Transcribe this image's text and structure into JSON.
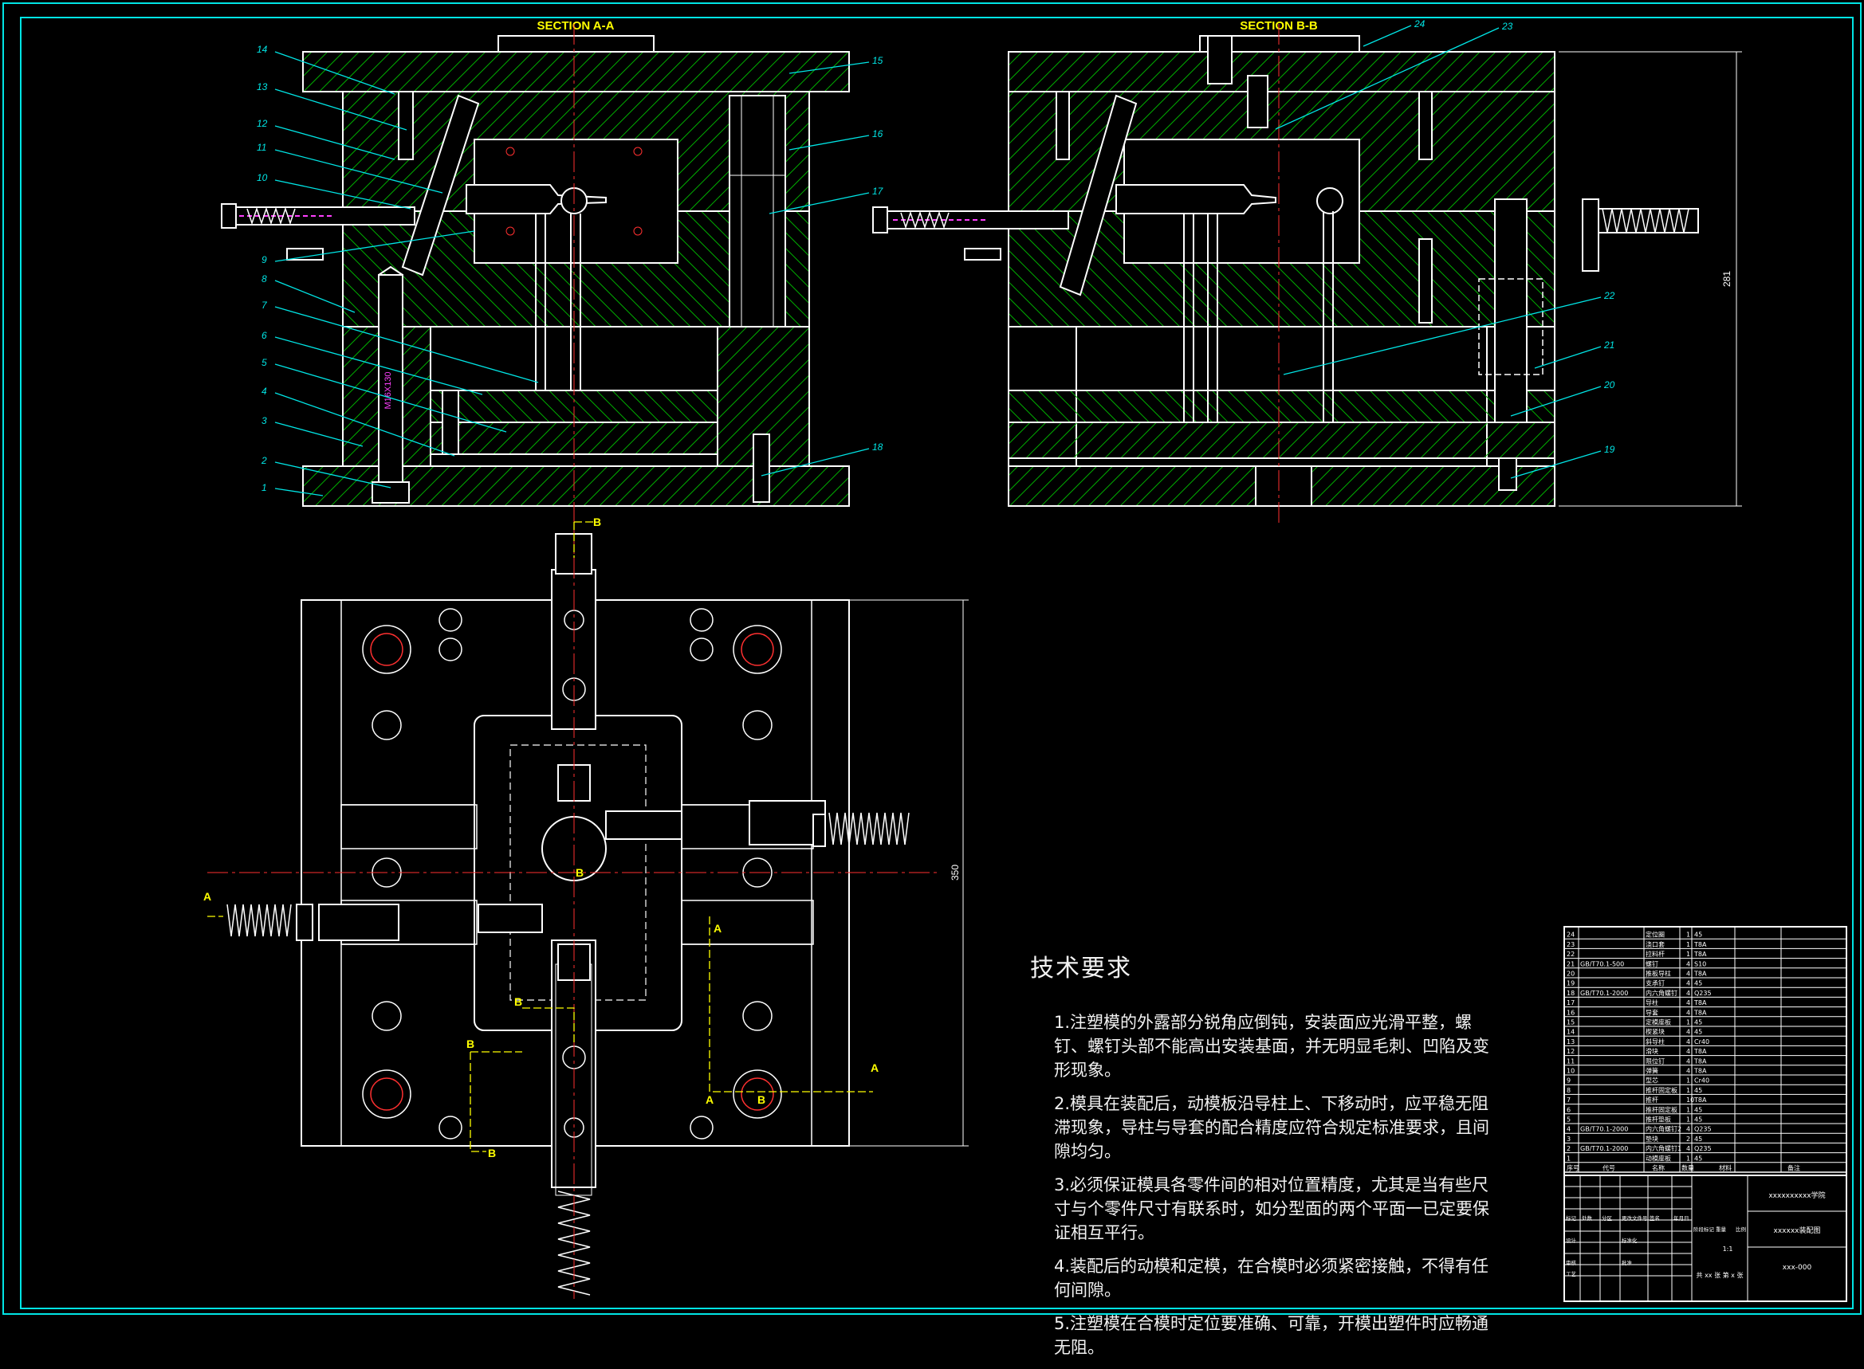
{
  "views": {
    "section_aa": "SECTION A-A",
    "section_bb": "SECTION B-B"
  },
  "dimensions": {
    "height": "281",
    "width": "350",
    "thread": "M16X130"
  },
  "callouts_aa": [
    "14",
    "13",
    "12",
    "11",
    "10",
    "9",
    "8",
    "7",
    "6",
    "5",
    "4",
    "3",
    "2",
    "1",
    "15",
    "16",
    "17",
    "18"
  ],
  "callouts_bb": [
    "24",
    "23",
    "22",
    "21",
    "20",
    "19"
  ],
  "section_marks": [
    "A",
    "A",
    "A",
    "A",
    "B",
    "B",
    "B",
    "B",
    "B",
    "B"
  ],
  "technical_requirements": {
    "title": "技术要求",
    "items": [
      "1.注塑模的外露部分锐角应倒钝，安装面应光滑平整，螺钉、螺钉头部不能高出安装基面，并无明显毛刺、凹陷及变形现象。",
      "2.模具在装配后，动模板沿导柱上、下移动时，应平稳无阻滞现象，导柱与导套的配合精度应符合规定标准要求，且间隙均匀。",
      "3.必须保证模具各零件间的相对位置精度，尤其是当有些尺寸与个零件尺寸有联系时，如分型面的两个平面一已定要保证相互平行。",
      "4.装配后的动模和定模，在合模时必须紧密接触，不得有任何间隙。",
      "5.注塑模在合模时定位要准确、可靠，开模出塑件时应畅通无阻。"
    ]
  },
  "bom": [
    {
      "no": "24",
      "code": "",
      "name": "定位圈",
      "qty": "1",
      "material": "45",
      "note": ""
    },
    {
      "no": "23",
      "code": "",
      "name": "浇口套",
      "qty": "1",
      "material": "T8A",
      "note": ""
    },
    {
      "no": "22",
      "code": "",
      "name": "拉料杆",
      "qty": "1",
      "material": "T8A",
      "note": ""
    },
    {
      "no": "21",
      "code": "GB/T70.1-500",
      "name": "螺钉",
      "qty": "4",
      "material": "S10",
      "note": ""
    },
    {
      "no": "20",
      "code": "",
      "name": "推板导柱",
      "qty": "4",
      "material": "T8A",
      "note": ""
    },
    {
      "no": "19",
      "code": "",
      "name": "支承钉",
      "qty": "4",
      "material": "45",
      "note": ""
    },
    {
      "no": "18",
      "code": "GB/T70.1-2000",
      "name": "内六角螺钉",
      "qty": "4",
      "material": "Q235",
      "note": ""
    },
    {
      "no": "17",
      "code": "",
      "name": "导柱",
      "qty": "4",
      "material": "T8A",
      "note": ""
    },
    {
      "no": "16",
      "code": "",
      "name": "导套",
      "qty": "4",
      "material": "T8A",
      "note": ""
    },
    {
      "no": "15",
      "code": "",
      "name": "定模座板",
      "qty": "1",
      "material": "45",
      "note": ""
    },
    {
      "no": "14",
      "code": "",
      "name": "楔紧块",
      "qty": "4",
      "material": "45",
      "note": ""
    },
    {
      "no": "13",
      "code": "",
      "name": "斜导柱",
      "qty": "4",
      "material": "Cr40",
      "note": ""
    },
    {
      "no": "12",
      "code": "",
      "name": "滑块",
      "qty": "4",
      "material": "T8A",
      "note": ""
    },
    {
      "no": "11",
      "code": "",
      "name": "限位钉",
      "qty": "4",
      "material": "T8A",
      "note": ""
    },
    {
      "no": "10",
      "code": "",
      "name": "弹簧",
      "qty": "4",
      "material": "T8A",
      "note": ""
    },
    {
      "no": "9",
      "code": "",
      "name": "型芯",
      "qty": "1",
      "material": "Cr40",
      "note": ""
    },
    {
      "no": "8",
      "code": "",
      "name": "推杆固定板",
      "qty": "1",
      "material": "45",
      "note": ""
    },
    {
      "no": "7",
      "code": "",
      "name": "推杆",
      "qty": "10",
      "material": "T8A",
      "note": ""
    },
    {
      "no": "6",
      "code": "",
      "name": "推杆固定板",
      "qty": "1",
      "material": "45",
      "note": ""
    },
    {
      "no": "5",
      "code": "",
      "name": "推杆垫板",
      "qty": "1",
      "material": "45",
      "note": ""
    },
    {
      "no": "4",
      "code": "GB/T70.1-2000",
      "name": "内六角螺钉2",
      "qty": "4",
      "material": "Q235",
      "note": ""
    },
    {
      "no": "3",
      "code": "",
      "name": "垫块",
      "qty": "2",
      "material": "45",
      "note": ""
    },
    {
      "no": "2",
      "code": "GB/T70.1-2000",
      "name": "内六角螺钉1",
      "qty": "4",
      "material": "Q235",
      "note": ""
    },
    {
      "no": "1",
      "code": "",
      "name": "动模座板",
      "qty": "1",
      "material": "45",
      "note": ""
    }
  ],
  "bom_header": {
    "no": "序号",
    "code": "代号",
    "name": "名称",
    "qty": "数量",
    "material": "材料",
    "note": "备注"
  },
  "title_block": {
    "school": "xxxxxxxxxx学院",
    "drawing_title": "xxxxxx装配图",
    "drawing_no": "xxx-000",
    "scale": "1:1",
    "sheets": "共 xx 张  第 x 张",
    "labels": [
      "标记",
      "处数",
      "分区",
      "更改文件号",
      "签名",
      "年月日",
      "设计",
      "标准化",
      "审核",
      "工艺",
      "批准",
      "阶段标记",
      "重量",
      "比例"
    ]
  },
  "colors": {
    "outline": "#ffffff",
    "hatch": "#00c000",
    "leader": "#00e5e5",
    "center": "#ff3030",
    "accent": "#ff40ff",
    "label": "#ffff00"
  }
}
